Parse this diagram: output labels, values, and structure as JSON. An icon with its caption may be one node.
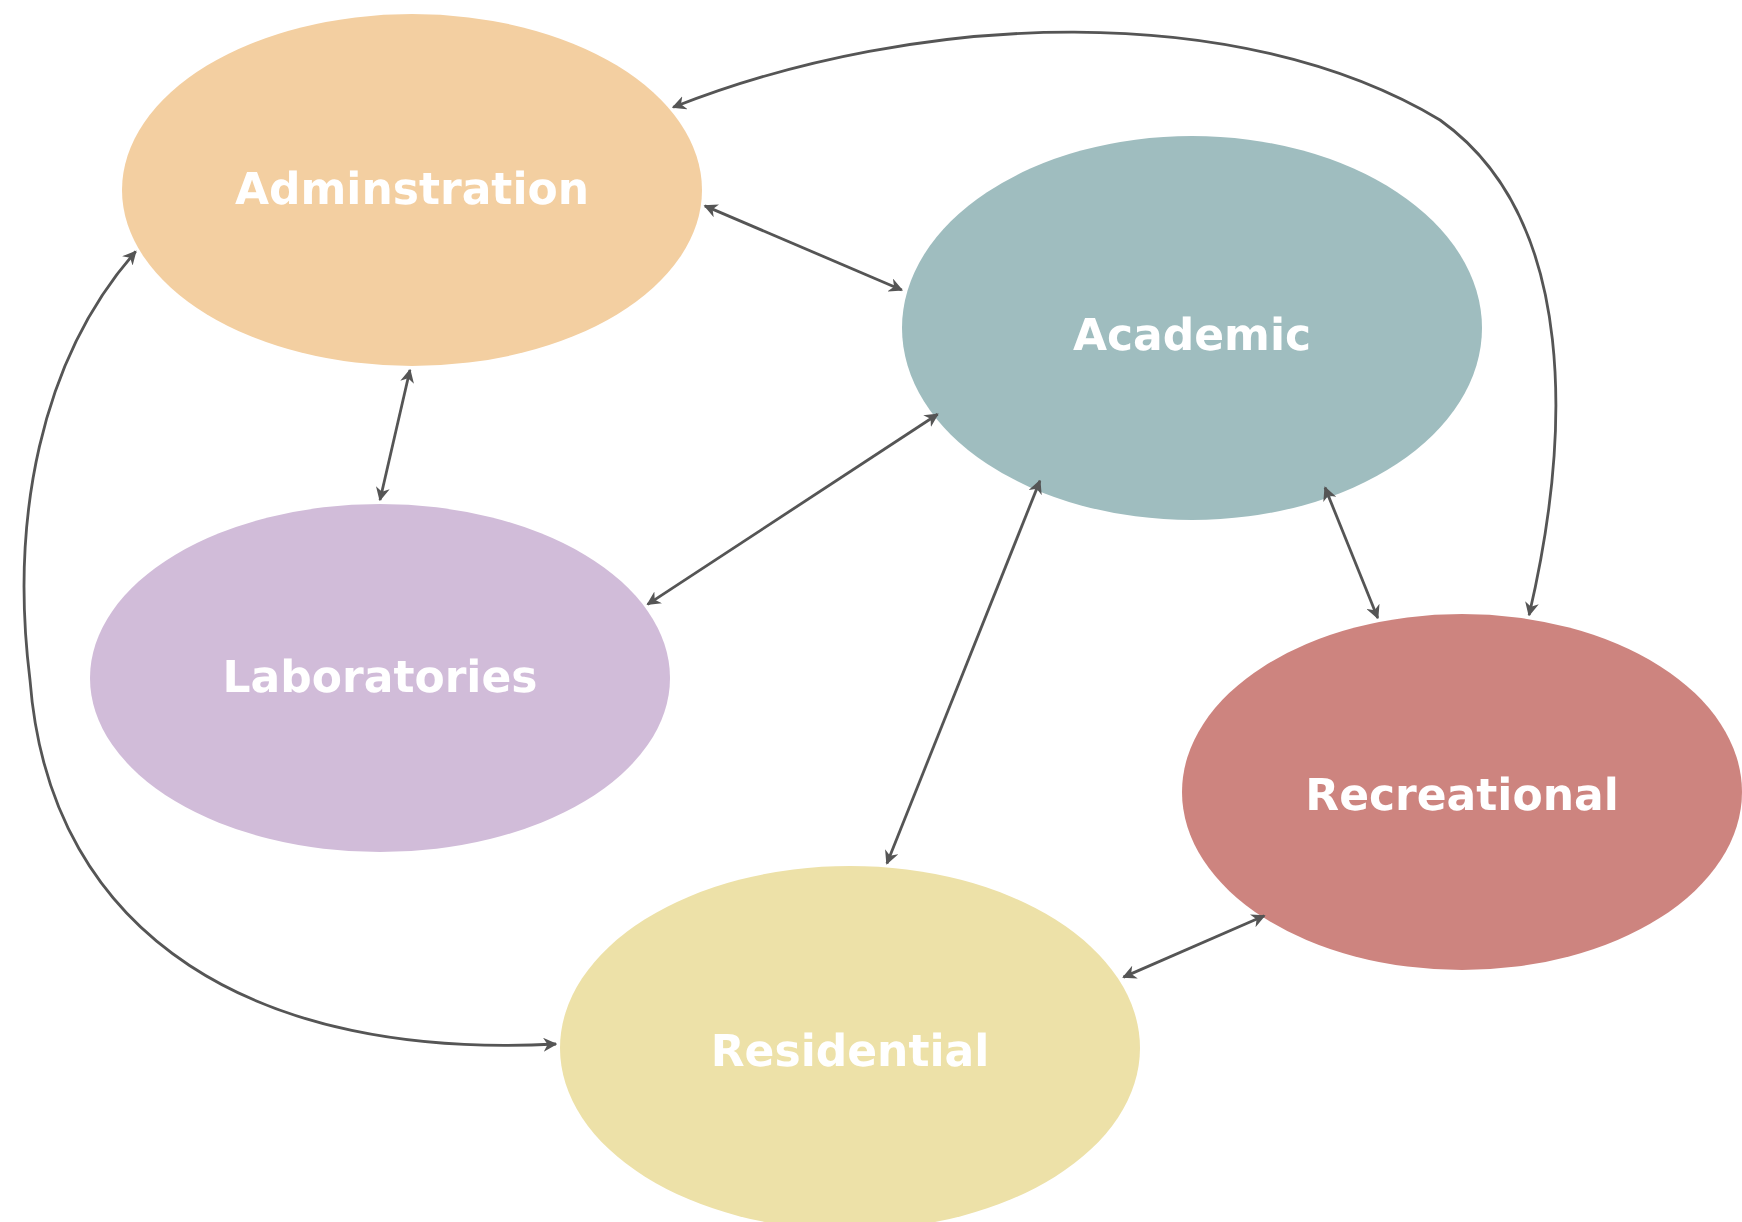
{
  "diagram": {
    "nodes": [
      {
        "text": [
          "Adminstration"
        ]
      },
      {
        "text": [
          "Academic"
        ]
      },
      {
        "text": [
          "Laboratories"
        ]
      },
      {
        "text": [
          "Recreational"
        ]
      },
      {
        "text": [
          "Residential"
        ]
      }
    ],
    "edges": [
      {
        "from": 0,
        "to": 1,
        "arrow": "both"
      },
      {
        "from": 0,
        "to": 2,
        "arrow": "both"
      },
      {
        "from": 2,
        "to": 1,
        "arrow": "both"
      },
      {
        "from": 1,
        "to": 4,
        "arrow": "both"
      },
      {
        "from": 1,
        "to": 3,
        "arrow": "both"
      },
      {
        "from": 4,
        "to": 3,
        "arrow": "both"
      },
      {
        "from": 0,
        "to": 3,
        "arrow": "both"
      },
      {
        "from": 0,
        "to": 4,
        "arrow": "both"
      }
    ]
  }
}
